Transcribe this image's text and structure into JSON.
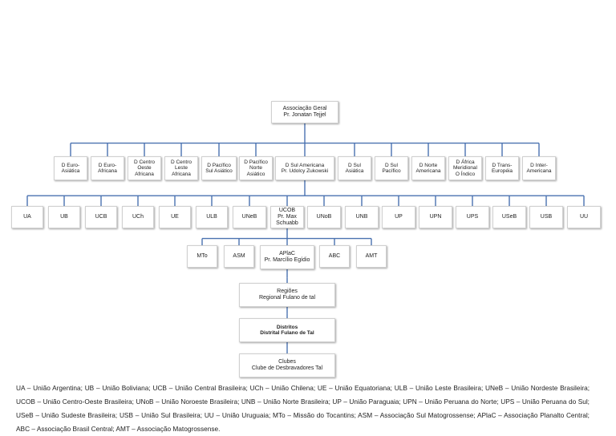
{
  "diagram": {
    "nodes": [
      {
        "id": "assoc",
        "lines": [
          "Associação Geral",
          "Pr. Jonatan Tejjel"
        ]
      },
      {
        "id": "d-euro-asiatica",
        "lines": [
          "D Euro-",
          "Asiática"
        ]
      },
      {
        "id": "d-euro-africana",
        "lines": [
          "D Euro-",
          "Africana"
        ]
      },
      {
        "id": "d-centro-oeste-africana",
        "lines": [
          "D Centro",
          "Oeste",
          "Africana"
        ]
      },
      {
        "id": "d-centro-leste-africana",
        "lines": [
          "D Centro",
          "Leste",
          "Africana"
        ]
      },
      {
        "id": "d-pacifico-sul-asiatico",
        "lines": [
          "D Pacífico",
          "Sul Asiático"
        ]
      },
      {
        "id": "d-pacifico-norte-asiatico",
        "lines": [
          "D Pacífico",
          "Norte",
          "Asiático"
        ]
      },
      {
        "id": "d-sul-americana",
        "lines": [
          "D Sul Americana",
          "Pr. Udolcy Zukowski"
        ]
      },
      {
        "id": "d-sul-asiatica",
        "lines": [
          "D Sul",
          "Asiática"
        ]
      },
      {
        "id": "d-sul-pacifico",
        "lines": [
          "D Sul",
          "Pacífico"
        ]
      },
      {
        "id": "d-norte-americana",
        "lines": [
          "D Norte",
          "Americana"
        ]
      },
      {
        "id": "d-africa-meridional",
        "lines": [
          "D África",
          "Meridional",
          "O Índico"
        ]
      },
      {
        "id": "d-trans-europeia",
        "lines": [
          "D Trans-",
          "Européia"
        ]
      },
      {
        "id": "d-inter-americana",
        "lines": [
          "D Inter-",
          "Americana"
        ]
      },
      {
        "id": "ua",
        "lines": [
          "UA"
        ]
      },
      {
        "id": "ub",
        "lines": [
          "UB"
        ]
      },
      {
        "id": "ucb",
        "lines": [
          "UCB"
        ]
      },
      {
        "id": "uch",
        "lines": [
          "UCh"
        ]
      },
      {
        "id": "ue",
        "lines": [
          "UE"
        ]
      },
      {
        "id": "ulb",
        "lines": [
          "ULB"
        ]
      },
      {
        "id": "uneb",
        "lines": [
          "UNeB"
        ]
      },
      {
        "id": "ucob",
        "lines": [
          "UCOB",
          "Pr. Max",
          "Schuabb"
        ]
      },
      {
        "id": "unob",
        "lines": [
          "UNoB"
        ]
      },
      {
        "id": "unb",
        "lines": [
          "UNB"
        ]
      },
      {
        "id": "up",
        "lines": [
          "UP"
        ]
      },
      {
        "id": "upn",
        "lines": [
          "UPN"
        ]
      },
      {
        "id": "ups",
        "lines": [
          "UPS"
        ]
      },
      {
        "id": "useb",
        "lines": [
          "USeB"
        ]
      },
      {
        "id": "usb",
        "lines": [
          "USB"
        ]
      },
      {
        "id": "uu",
        "lines": [
          "UU"
        ]
      },
      {
        "id": "mto",
        "lines": [
          "MTo"
        ]
      },
      {
        "id": "asm",
        "lines": [
          "ASM"
        ]
      },
      {
        "id": "aplac",
        "lines": [
          "APlaC",
          "Pr. Marcílio Egídio"
        ]
      },
      {
        "id": "abc",
        "lines": [
          "ABC"
        ]
      },
      {
        "id": "amt",
        "lines": [
          "AMT"
        ]
      },
      {
        "id": "regioes",
        "lines": [
          "Regiões",
          "Regional Fulano de tal"
        ]
      },
      {
        "id": "distritos",
        "lines": [
          "Distritos",
          "Distrital Fulano de Tal"
        ]
      },
      {
        "id": "clubes",
        "lines": [
          "Clubes",
          "Clube de Desbravadores Tal"
        ]
      }
    ],
    "edges": [
      [
        "assoc",
        "d-euro-asiatica"
      ],
      [
        "assoc",
        "d-euro-africana"
      ],
      [
        "assoc",
        "d-centro-oeste-africana"
      ],
      [
        "assoc",
        "d-centro-leste-africana"
      ],
      [
        "assoc",
        "d-pacifico-sul-asiatico"
      ],
      [
        "assoc",
        "d-pacifico-norte-asiatico"
      ],
      [
        "assoc",
        "d-sul-americana"
      ],
      [
        "assoc",
        "d-sul-asiatica"
      ],
      [
        "assoc",
        "d-sul-pacifico"
      ],
      [
        "assoc",
        "d-norte-americana"
      ],
      [
        "assoc",
        "d-africa-meridional"
      ],
      [
        "assoc",
        "d-trans-europeia"
      ],
      [
        "assoc",
        "d-inter-americana"
      ],
      [
        "d-sul-americana",
        "ua"
      ],
      [
        "d-sul-americana",
        "ub"
      ],
      [
        "d-sul-americana",
        "ucb"
      ],
      [
        "d-sul-americana",
        "uch"
      ],
      [
        "d-sul-americana",
        "ue"
      ],
      [
        "d-sul-americana",
        "ulb"
      ],
      [
        "d-sul-americana",
        "uneb"
      ],
      [
        "d-sul-americana",
        "ucob"
      ],
      [
        "d-sul-americana",
        "unob"
      ],
      [
        "d-sul-americana",
        "unb"
      ],
      [
        "d-sul-americana",
        "up"
      ],
      [
        "d-sul-americana",
        "upn"
      ],
      [
        "d-sul-americana",
        "ups"
      ],
      [
        "d-sul-americana",
        "useb"
      ],
      [
        "d-sul-americana",
        "usb"
      ],
      [
        "d-sul-americana",
        "uu"
      ],
      [
        "ucob",
        "mto"
      ],
      [
        "ucob",
        "asm"
      ],
      [
        "ucob",
        "aplac"
      ],
      [
        "ucob",
        "abc"
      ],
      [
        "ucob",
        "amt"
      ],
      [
        "aplac",
        "regioes"
      ],
      [
        "regioes",
        "distritos"
      ],
      [
        "distritos",
        "clubes"
      ]
    ],
    "colors": {
      "connector": "#4a72b0",
      "box_border": "#d0d0d0",
      "text": "#222222"
    }
  },
  "legend": "UA – União Argentina; UB – União Boliviana; UCB – União Central Brasileira; UCh – União Chilena; UE – União Equatoriana; ULB – União Leste Brasileira; UNeB – União Nordeste Brasileira; UCOB – União Centro-Oeste Brasileira; UNoB – União Noroeste Brasileira; UNB – União Norte Brasileira; UP – União Paraguaia; UPN – União Peruana do Norte; UPS – União Peruana do Sul; USeB – União Sudeste Brasileira; USB – União Sul Brasileira; UU – União Uruguaia; MTo – Missão do Tocantins; ASM – Associação Sul Matogrossense; APlaC – Associação Planalto Central; ABC – Associação Brasil Central; AMT – Associação Matogrossense."
}
